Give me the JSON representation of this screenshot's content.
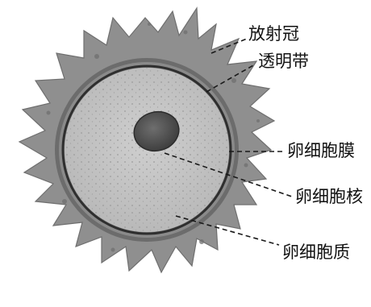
{
  "labels": {
    "corona_radiata": "放射冠",
    "zona_pellucida": "透明带",
    "cell_membrane": "卵细胞膜",
    "nucleus": "卵细胞核",
    "cytoplasm": "卵细胞质"
  }
}
